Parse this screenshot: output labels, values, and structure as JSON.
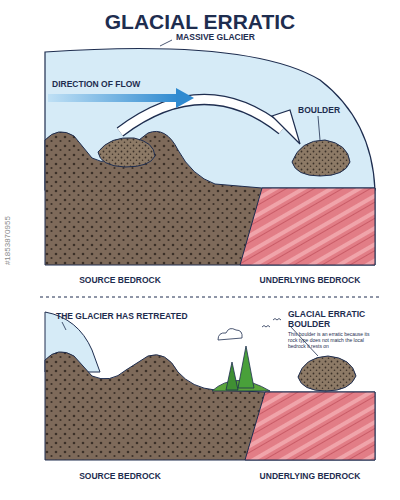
{
  "diagram": {
    "title": "GLACIAL ERRATIC",
    "labels": [
      "MASSIVE GLACIER",
      "DIRECTION OF FLOW",
      "BOULDER",
      "SOURCE BEDROCK",
      "UNDERLYING BEDROCK",
      "THE GLACIER HAS RETREATED",
      "GLACIAL ERRATIC BOULDER",
      "This boulder is an erratic because its rock type does not match the local bedrock it rests on",
      "SOURCE BEDROCK",
      "UNDERLYING BEDROCK",
      "#1853870955"
    ]
  }
}
